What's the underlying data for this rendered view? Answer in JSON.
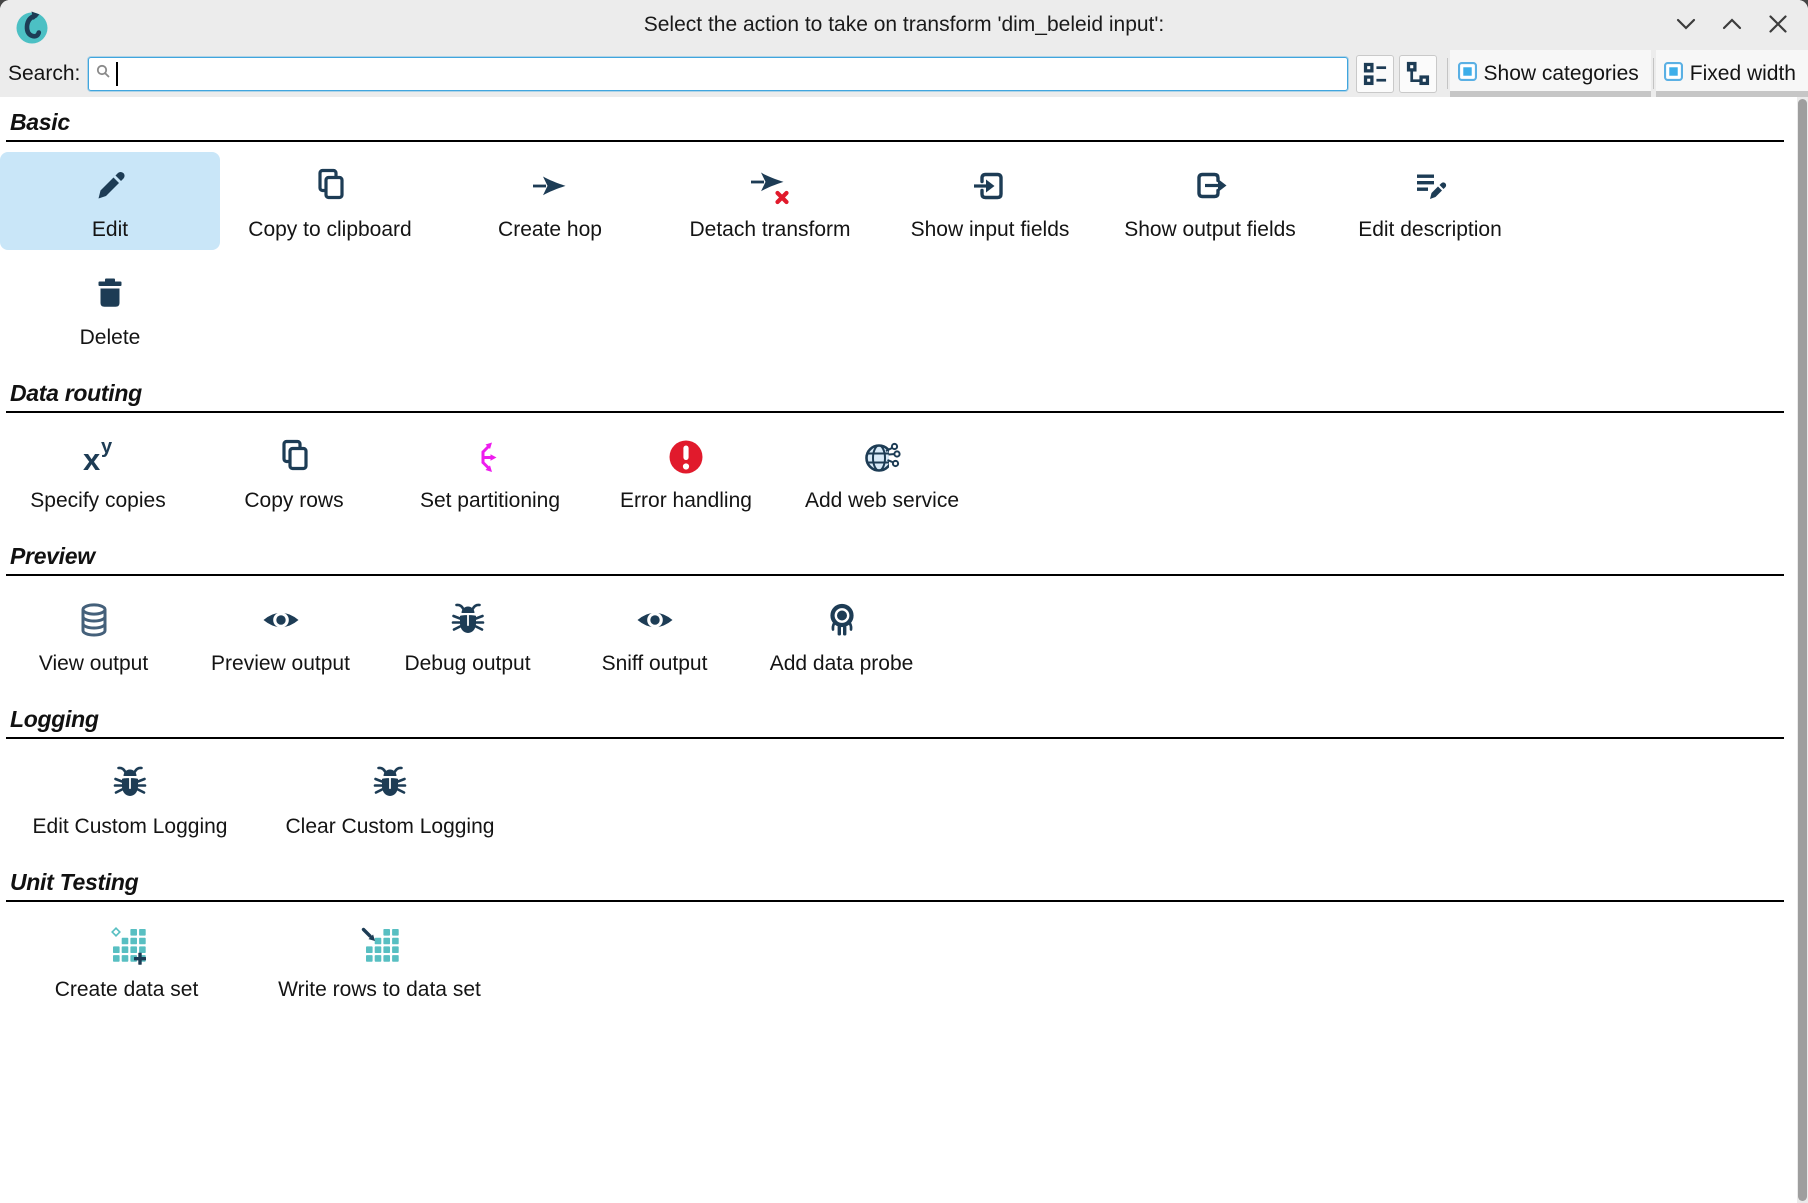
{
  "window": {
    "title": "Select the action to take on transform 'dim_beleid input':"
  },
  "toolbar": {
    "search_label": "Search:",
    "search_value": "",
    "show_categories": {
      "label": "Show categories",
      "checked": true
    },
    "fixed_width": {
      "label": "Fixed width",
      "checked": true
    }
  },
  "sections": [
    {
      "title": "Basic",
      "items": [
        {
          "label": "Edit",
          "icon": "pencil-icon",
          "selected": true
        },
        {
          "label": "Copy to clipboard",
          "icon": "copy-icon"
        },
        {
          "label": "Create hop",
          "icon": "hop-arrow-icon"
        },
        {
          "label": "Detach transform",
          "icon": "detach-arrow-icon"
        },
        {
          "label": "Show input fields",
          "icon": "input-fields-icon"
        },
        {
          "label": "Show output fields",
          "icon": "output-fields-icon"
        },
        {
          "label": "Edit description",
          "icon": "edit-description-icon"
        },
        {
          "label": "Delete",
          "icon": "trash-icon"
        }
      ]
    },
    {
      "title": "Data routing",
      "items": [
        {
          "label": "Specify copies",
          "icon": "copies-xy-icon"
        },
        {
          "label": "Copy rows",
          "icon": "copy-icon"
        },
        {
          "label": "Set partitioning",
          "icon": "partitioning-icon"
        },
        {
          "label": "Error handling",
          "icon": "error-icon"
        },
        {
          "label": "Add web service",
          "icon": "web-service-icon"
        }
      ]
    },
    {
      "title": "Preview",
      "items": [
        {
          "label": "View output",
          "icon": "database-icon"
        },
        {
          "label": "Preview output",
          "icon": "eye-icon"
        },
        {
          "label": "Debug output",
          "icon": "bug-icon"
        },
        {
          "label": "Sniff output",
          "icon": "eye-icon"
        },
        {
          "label": "Add data probe",
          "icon": "probe-icon"
        }
      ]
    },
    {
      "title": "Logging",
      "items": [
        {
          "label": "Edit Custom Logging",
          "icon": "bug-icon"
        },
        {
          "label": "Clear Custom Logging",
          "icon": "bug-icon"
        }
      ]
    },
    {
      "title": "Unit Testing",
      "items": [
        {
          "label": "Create data set",
          "icon": "dataset-add-icon"
        },
        {
          "label": "Write rows to data set",
          "icon": "dataset-write-icon"
        }
      ]
    }
  ],
  "colors": {
    "icon_navy": "#1d3c55",
    "icon_steel": "#44607a",
    "accent_red": "#e11a2c",
    "accent_magenta": "#ee1cee",
    "accent_teal": "#58bfc2",
    "logo_teal": "#4cc0c4",
    "selected_bg": "#c9e6f8",
    "focus_blue": "#3daee9",
    "titlebar_bg": "#ececec"
  }
}
